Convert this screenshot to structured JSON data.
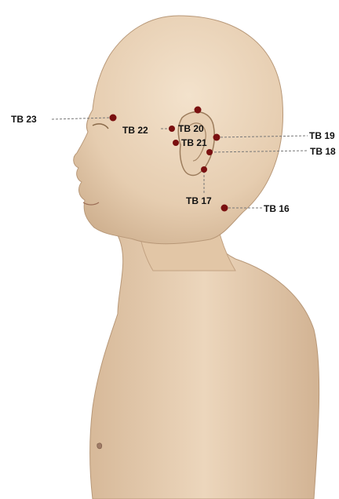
{
  "colors": {
    "skin": "#e9d3b9",
    "skin_shadow": "#c9ab8b",
    "point": "#7a1010",
    "leader": "#777777",
    "label": "#111111"
  },
  "points": [
    {
      "id": "tb16",
      "label": "TB 16"
    },
    {
      "id": "tb17",
      "label": "TB 17"
    },
    {
      "id": "tb18",
      "label": "TB 18"
    },
    {
      "id": "tb19",
      "label": "TB 19"
    },
    {
      "id": "tb20",
      "label": "TB 20"
    },
    {
      "id": "tb21",
      "label": "TB 21"
    },
    {
      "id": "tb22",
      "label": "TB 22"
    },
    {
      "id": "tb23",
      "label": "TB 23"
    }
  ]
}
